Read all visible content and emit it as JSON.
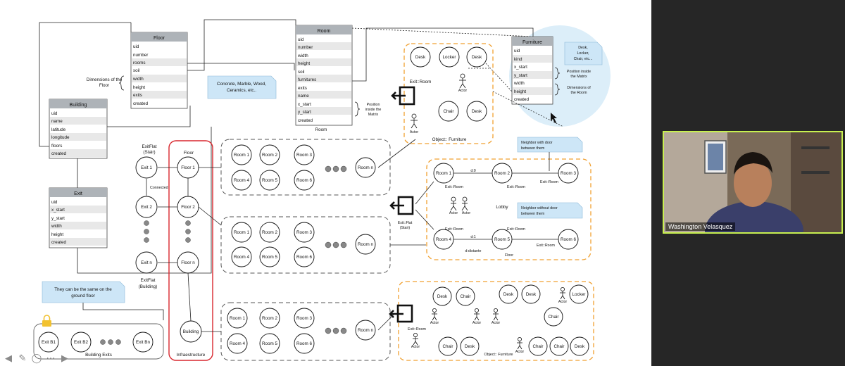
{
  "floor_table": {
    "title": "Floor",
    "rows": [
      "uid",
      "number",
      "rooms",
      "soil",
      "width",
      "height",
      "exits",
      "created"
    ]
  },
  "room_table": {
    "title": "Room",
    "rows": [
      "uid",
      "number",
      "width",
      "height",
      "soil",
      "furnitures",
      "exits",
      "name",
      "x_start",
      "y_start",
      "created"
    ],
    "caption": "Room"
  },
  "furniture_table": {
    "title": "Furniture",
    "rows": [
      "uid",
      "kind",
      "x_start",
      "y_start",
      "width",
      "height",
      "created"
    ]
  },
  "building_table": {
    "title": "Building",
    "rows": [
      "uid",
      "name",
      "latitude",
      "longitude",
      "floors",
      "created"
    ]
  },
  "exit_table": {
    "title": "Exit",
    "rows": [
      "uid",
      "x_start",
      "y_start",
      "width",
      "height",
      "created"
    ]
  },
  "annotations": {
    "dimensions_floor_1": "Dimensions of the",
    "dimensions_floor_2": "Floor",
    "position_matrix_1": "Position",
    "position_matrix_2": "inside the",
    "position_matrix_3": "Matrix",
    "furn_pos_1": "Position inside",
    "furn_pos_2": "the Matrix",
    "furn_dim_1": "Dimensions of",
    "furn_dim_2": "the Room"
  },
  "notes": {
    "concrete_1": "Concrete, Marble, Wood,",
    "concrete_2": "Ceramics, etc..",
    "desk_1": "Desk,",
    "desk_2": "Locker,",
    "desk_3": "Chair, etc...",
    "same_exit_1": "They can be the same on the",
    "same_exit_2": "ground floor",
    "neighbor_door_1": "Neighbor with door",
    "neighbor_door_2": "between them",
    "neighbor_nodoor_1": "Neighbor without door",
    "neighbor_nodoor_2": "between them"
  },
  "diagram": {
    "exitflat_stair_1": "ExitFlat",
    "exitflat_stair_2": "(Stair)",
    "floor_label": "Floor",
    "exits": [
      "Exit 1",
      "Exit 2",
      "Exit n"
    ],
    "floors": [
      "Floor 1",
      "Floor 2",
      "Floor n"
    ],
    "connected": "Connected",
    "exitflat_building_1": "ExitFlat",
    "exitflat_building_2": "(Building)",
    "building": "Building",
    "infraestructure": "Infraestructure",
    "building_exits": [
      "Exit B1",
      "Exit B2",
      "Exit Bn"
    ],
    "building_exits_label": "Building Exits",
    "room_labels": [
      "Room 1",
      "Room 2",
      "Room 3",
      "Room 4",
      "Room 5",
      "Room 6",
      "Room n"
    ],
    "exit_room": "Exit::Room",
    "exit_flat_stair_1": "Exit::Flat",
    "exit_flat_stair_2": "(Stair)",
    "actor": "Actor",
    "object_furniture": "Object:: Furniture",
    "desk": "Desk",
    "locker": "Locker",
    "chair": "Chair",
    "lobby": "Lobby",
    "floor_word": "Floor",
    "d0": "d:0",
    "d1": "d:1",
    "distante": "d:distante"
  },
  "video": {
    "name": "Washington Velasquez"
  },
  "toolbar": {
    "icons": [
      "arrow-left-icon",
      "pen-icon",
      "comment-icon",
      "more-icon",
      "arrow-right-icon"
    ]
  }
}
